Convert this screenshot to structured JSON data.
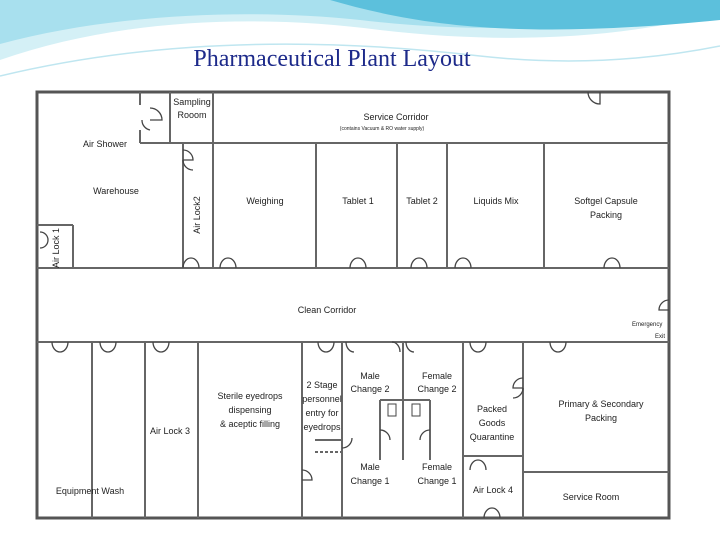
{
  "slide": {
    "title": "Pharmaceutical Plant Layout",
    "colors": {
      "title": "#1d2a8a",
      "wave_light": "#c7ecf4",
      "wave_mid": "#8fd4e8",
      "wave_dark": "#4fb3d3",
      "walls": "#555555"
    }
  },
  "rooms": {
    "sampling": [
      "Sampling",
      "Rooom"
    ],
    "service_corridor": "Service Corridor",
    "service_corridor_note": "(contains Vacuum & RO water supply)",
    "air_shower": "Air Shower",
    "warehouse": "Warehouse",
    "air_lock_2": "Air Lock2",
    "air_lock_1": "Air Lock 1",
    "weighing": "Weighing",
    "tablet_1": "Tablet 1",
    "tablet_2": "Tablet 2",
    "liquids_mix": "Liquids Mix",
    "softgel": [
      "Softgel Capsule",
      "Packing"
    ],
    "clean_corridor": "Clean Corridor",
    "emergency_exit": [
      "Emergency",
      "Exit"
    ],
    "equipment_wash": "Equipment Wash",
    "air_lock_3": "Air Lock 3",
    "sterile": [
      "Sterile eyedrops",
      "dispensing",
      "& aceptic filling"
    ],
    "two_stage": [
      "2 Stage",
      "personnel",
      "entry for",
      "eyedrops"
    ],
    "male_change_2": [
      "Male",
      "Change 2"
    ],
    "female_change_2": [
      "Female",
      "Change 2"
    ],
    "male_change_1": [
      "Male",
      "Change 1"
    ],
    "female_change_1": [
      "Female",
      "Change 1"
    ],
    "packed_goods": [
      "Packed",
      "Goods",
      "Quarantine"
    ],
    "air_lock_4": "Air Lock 4",
    "primary_secondary": [
      "Primary & Secondary",
      "Packing"
    ],
    "service_room": "Service Room"
  }
}
